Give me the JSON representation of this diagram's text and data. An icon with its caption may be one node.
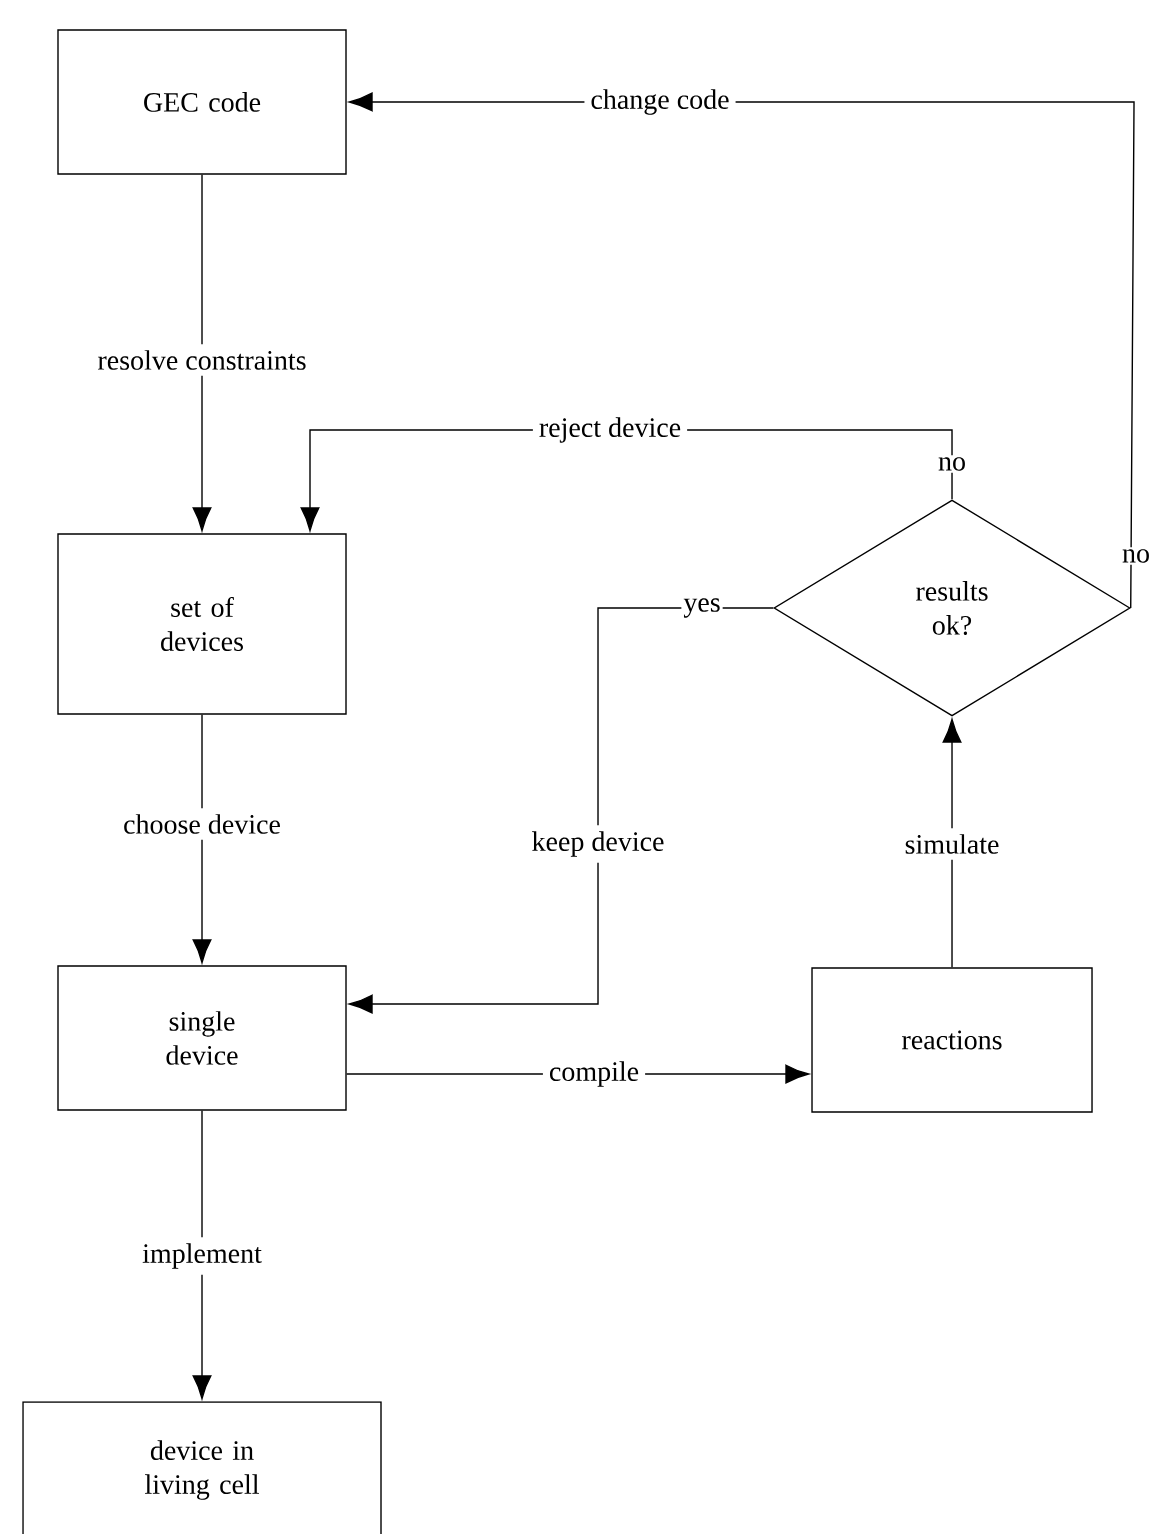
{
  "diagram": {
    "nodes": [
      {
        "text": [
          "GEC code"
        ]
      },
      {
        "text": [
          "set of devices"
        ]
      },
      {
        "text": [
          "single device"
        ]
      },
      {
        "text": [
          "device in living cell"
        ]
      },
      {
        "text": [
          "reactions"
        ]
      },
      {
        "text": [
          "results ok?"
        ]
      }
    ],
    "edges": [
      {
        "from": 0,
        "to": 1,
        "arrow": "to",
        "label": "resolve constraints"
      },
      {
        "from": 1,
        "to": 2,
        "arrow": "to",
        "label": "choose device"
      },
      {
        "from": 2,
        "to": 3,
        "arrow": "to",
        "label": "implement"
      },
      {
        "from": 2,
        "to": 4,
        "arrow": "to",
        "label": "compile"
      },
      {
        "from": 4,
        "to": 5,
        "arrow": "to",
        "label": "simulate"
      },
      {
        "from": 5,
        "to": 2,
        "arrow": "to",
        "label": "keep device"
      },
      {
        "from": 5,
        "to": 1,
        "arrow": "to",
        "label": "reject device"
      },
      {
        "from": 5,
        "to": 0,
        "arrow": "to",
        "label": "change code"
      }
    ],
    "labels": [
      "no",
      "yes",
      "no"
    ]
  }
}
